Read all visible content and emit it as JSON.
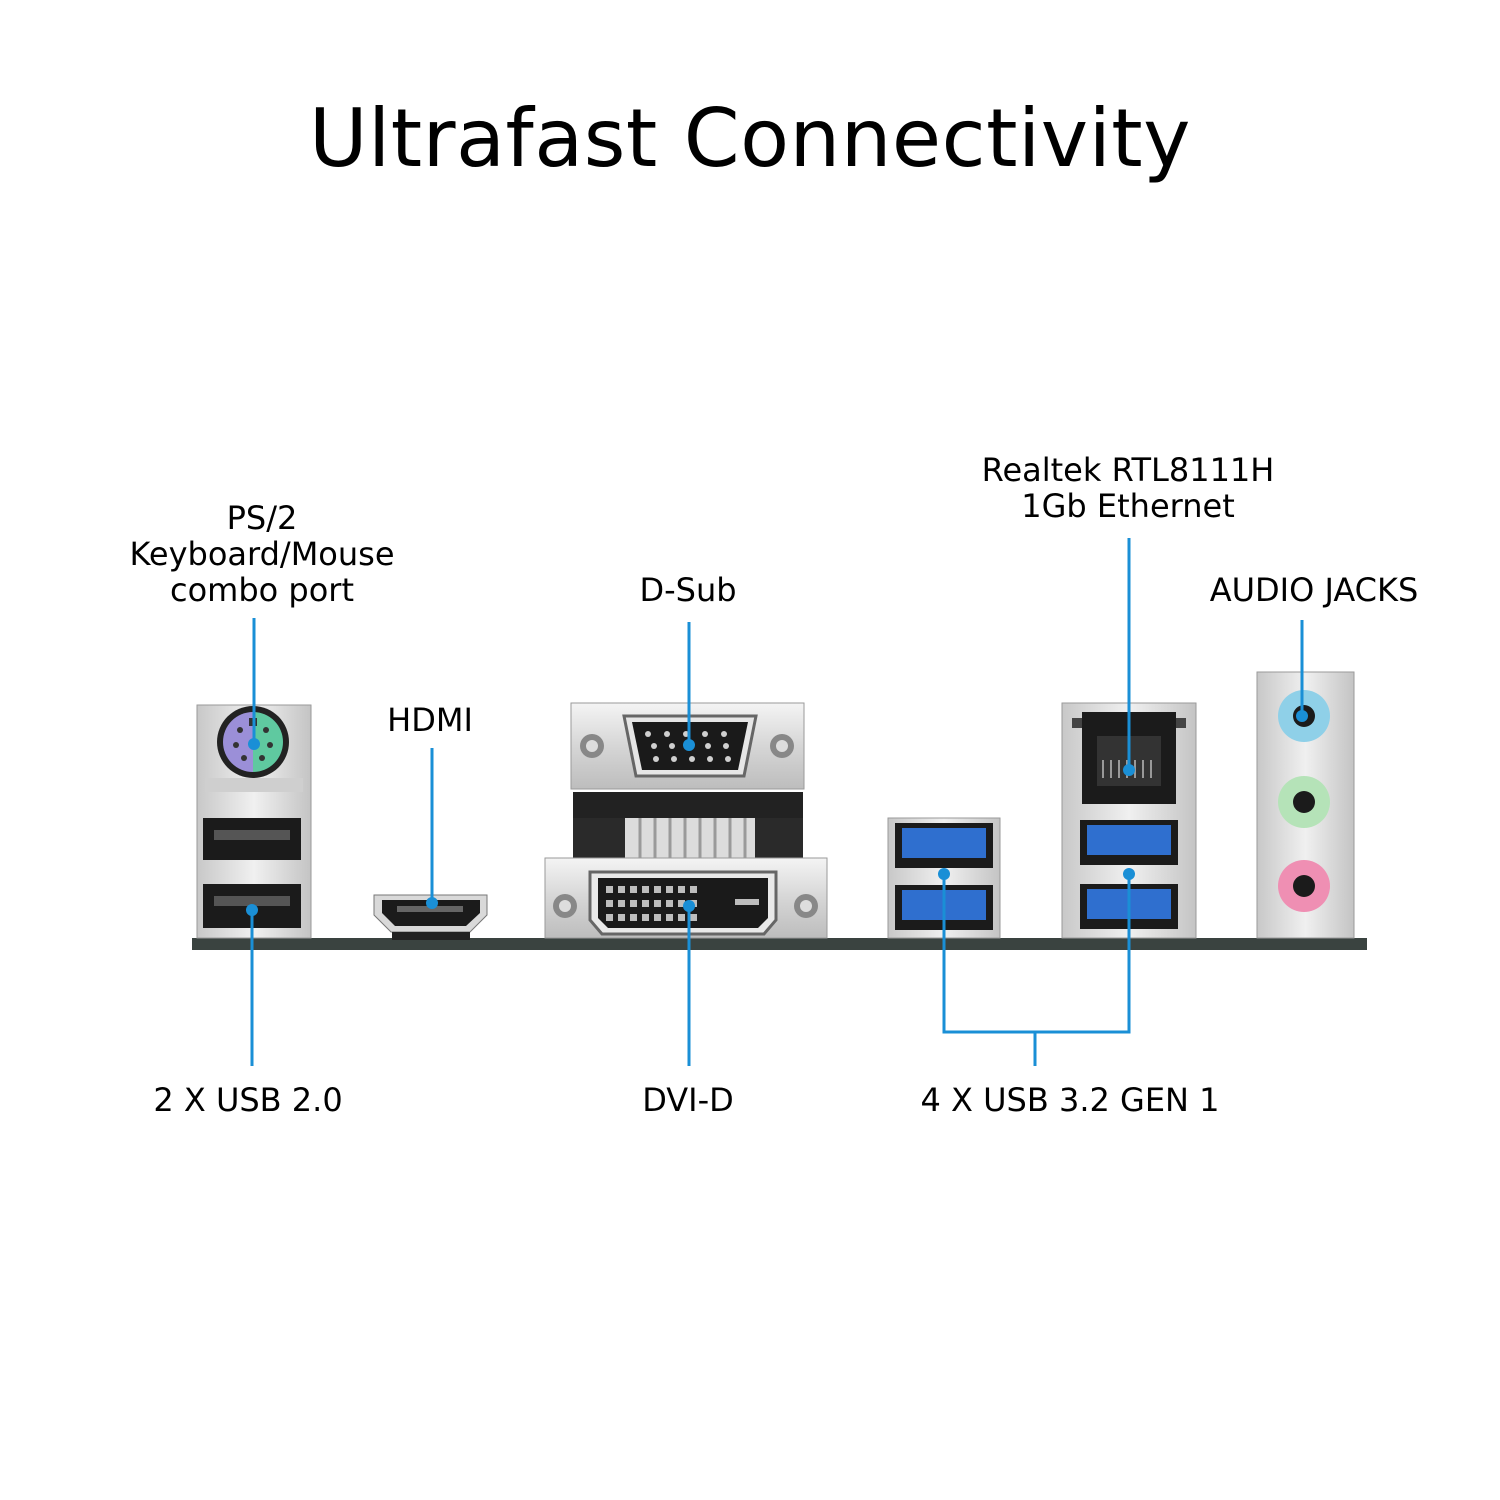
{
  "title": "Ultrafast Connectivity",
  "labels": {
    "ps2": [
      "PS/2",
      "Keyboard/Mouse",
      "combo port"
    ],
    "hdmi": "HDMI",
    "dsub": "D-Sub",
    "ethernet": [
      "Realtek RTL8111H",
      "1Gb Ethernet"
    ],
    "audio": "AUDIO JACKS",
    "usb2": "2 X USB 2.0",
    "dvid": "DVI-D",
    "usb32": "4 X USB 3.2 GEN 1"
  },
  "colors": {
    "callout": "#1a8fd6",
    "usb3_blue": "#2f6fcf",
    "ps2_purple": "#9b8fd8",
    "ps2_green": "#5fc9a0",
    "audio_blue": "#8fd0e8",
    "audio_green": "#b5e3b8",
    "audio_pink": "#ef8fb3",
    "board": "#3a4340"
  }
}
